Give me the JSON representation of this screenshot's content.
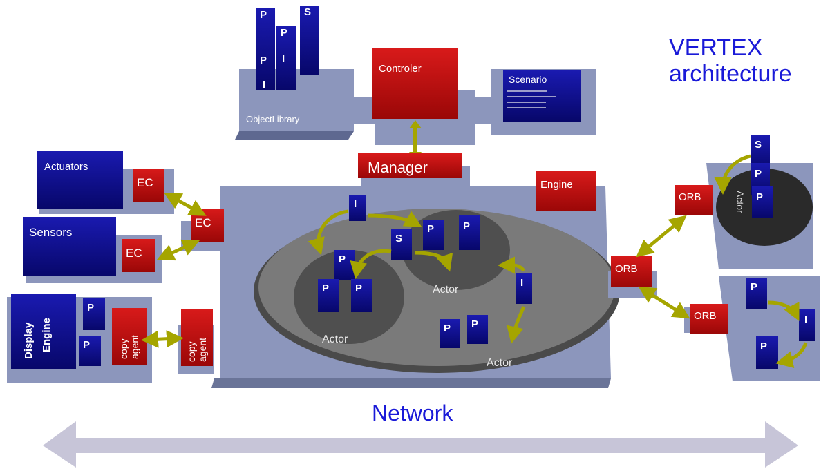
{
  "title": {
    "line1": "VERTEX",
    "line2": "architecture"
  },
  "network": {
    "label": "Network"
  },
  "top": {
    "object_library": "ObjectLibrary",
    "controler": "Controler",
    "scenario": "Scenario",
    "manager": "Manager",
    "library_blocks": [
      "P",
      "P",
      "S",
      "P",
      "I",
      "I"
    ]
  },
  "left": {
    "actuators": "Actuators",
    "sensors": "Sensors",
    "display_engine": [
      "Display",
      "Engine"
    ],
    "ec": "EC",
    "copy_agent": [
      "copy",
      "agent"
    ],
    "p": "P"
  },
  "center": {
    "engine": "Engine",
    "actor": "Actor",
    "p": "P",
    "i": "I",
    "s": "S"
  },
  "right": {
    "orb": "ORB",
    "actor": "Actor",
    "p": "P",
    "i": "I",
    "s": "S"
  },
  "colors": {
    "platform": "#8c96bc",
    "red_block": "#c00d0d",
    "blue_block": "#0d0d8a",
    "arrow": "#a5a500",
    "network_arrow": "#c7c5d8",
    "title_text": "#1a1ad8"
  }
}
